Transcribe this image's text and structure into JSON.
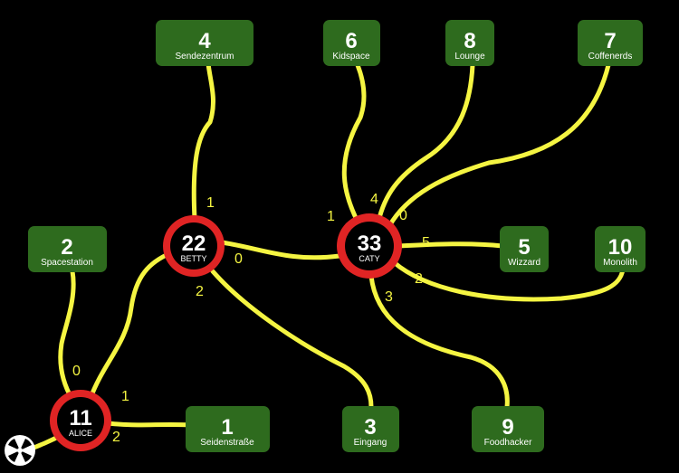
{
  "colors": {
    "cable": "#f5f542",
    "leaf": "#2e6b1e",
    "hub_ring": "#e02424",
    "text": "#ffffff",
    "background": "#000000"
  },
  "hubs": [
    {
      "id": "alice",
      "number": "11",
      "name": "ALICE"
    },
    {
      "id": "betty",
      "number": "22",
      "name": "BETTY"
    },
    {
      "id": "caty",
      "number": "33",
      "name": "CATY"
    }
  ],
  "leaves": [
    {
      "id": "sendezentrum",
      "number": "4",
      "name": "Sendezentrum"
    },
    {
      "id": "kidspace",
      "number": "6",
      "name": "Kidspace"
    },
    {
      "id": "lounge",
      "number": "8",
      "name": "Lounge"
    },
    {
      "id": "coffenerds",
      "number": "7",
      "name": "Coffenerds"
    },
    {
      "id": "spacestation",
      "number": "2",
      "name": "Spacestation"
    },
    {
      "id": "wizzard",
      "number": "5",
      "name": "Wizzard"
    },
    {
      "id": "monolith",
      "number": "10",
      "name": "Monolith"
    },
    {
      "id": "seidenstrasse",
      "number": "1",
      "name": "Seidenstraße"
    },
    {
      "id": "eingang",
      "number": "3",
      "name": "Eingang"
    },
    {
      "id": "foodhacker",
      "number": "9",
      "name": "Foodhacker"
    }
  ],
  "ports": [
    {
      "id": "betty-sendezentrum",
      "label": "1"
    },
    {
      "id": "betty-caty",
      "label": "0"
    },
    {
      "id": "betty-eingang",
      "label": "2"
    },
    {
      "id": "caty-betty",
      "label": "1"
    },
    {
      "id": "caty-kidspace",
      "label": "4"
    },
    {
      "id": "caty-lounge",
      "label": "0"
    },
    {
      "id": "caty-wizzard",
      "label": "5"
    },
    {
      "id": "caty-monolith",
      "label": "2"
    },
    {
      "id": "caty-foodhacker",
      "label": "3"
    },
    {
      "id": "alice-spacestation",
      "label": "0"
    },
    {
      "id": "alice-betty",
      "label": "1"
    },
    {
      "id": "alice-seidenstrasse",
      "label": "2"
    }
  ],
  "logo": {
    "icon": "spiral-logo-icon"
  }
}
